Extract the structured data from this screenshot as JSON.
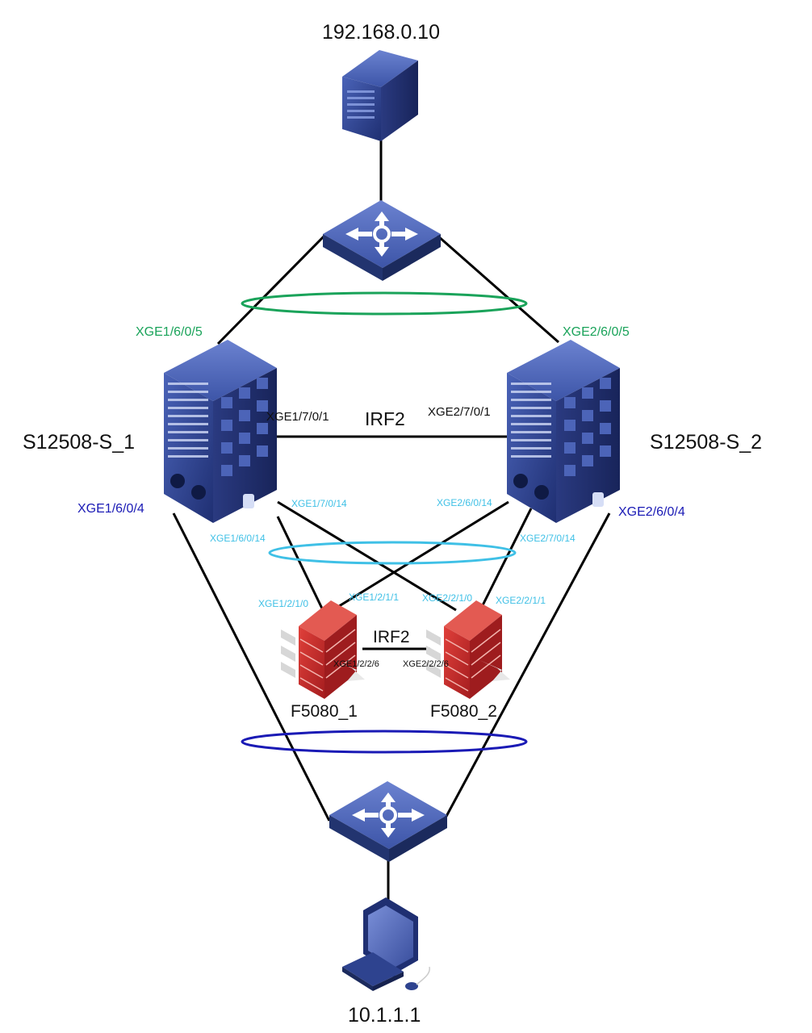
{
  "colors": {
    "link": "#000000",
    "green_lag": "#1aa35a",
    "cyan_lag": "#3fc0e6",
    "blue_lag": "#1a1ab5",
    "device_blue": "#2b3f86",
    "firewall_red": "#c8282a"
  },
  "devices": {
    "server": {
      "label": "192.168.0.10",
      "icon": "server-icon"
    },
    "top_switch": {
      "icon": "l3-switch-icon"
    },
    "core_left": {
      "label": "S12508-S_1",
      "icon": "chassis-switch-icon"
    },
    "core_right": {
      "label": "S12508-S_2",
      "icon": "chassis-switch-icon"
    },
    "fw_left": {
      "label": "F5080_1",
      "icon": "firewall-icon"
    },
    "fw_right": {
      "label": "F5080_2",
      "icon": "firewall-icon"
    },
    "bottom_switch": {
      "icon": "l3-switch-icon"
    },
    "pc": {
      "label": "10.1.1.1",
      "icon": "pc-icon"
    }
  },
  "links": {
    "irf_core": "IRF2",
    "irf_fw": "IRF2"
  },
  "ports": {
    "s1_up": "XGE1/6/0/5",
    "s2_up": "XGE2/6/0/5",
    "s1_irf": "XGE1/7/0/1",
    "s2_irf": "XGE2/7/0/1",
    "s1_down": "XGE1/6/0/4",
    "s2_down": "XGE2/6/0/4",
    "s1_fw_a": "XGE1/7/0/14",
    "s1_fw_b": "XGE1/6/0/14",
    "s2_fw_a": "XGE2/6/0/14",
    "s2_fw_b": "XGE2/7/0/14",
    "fw1_a": "XGE1/2/1/0",
    "fw1_b": "XGE1/2/1/1",
    "fw2_a": "XGE2/2/1/0",
    "fw2_b": "XGE2/2/1/1",
    "fw1_irf": "XGE1/2/2/6",
    "fw2_irf": "XGE2/2/2/6"
  }
}
